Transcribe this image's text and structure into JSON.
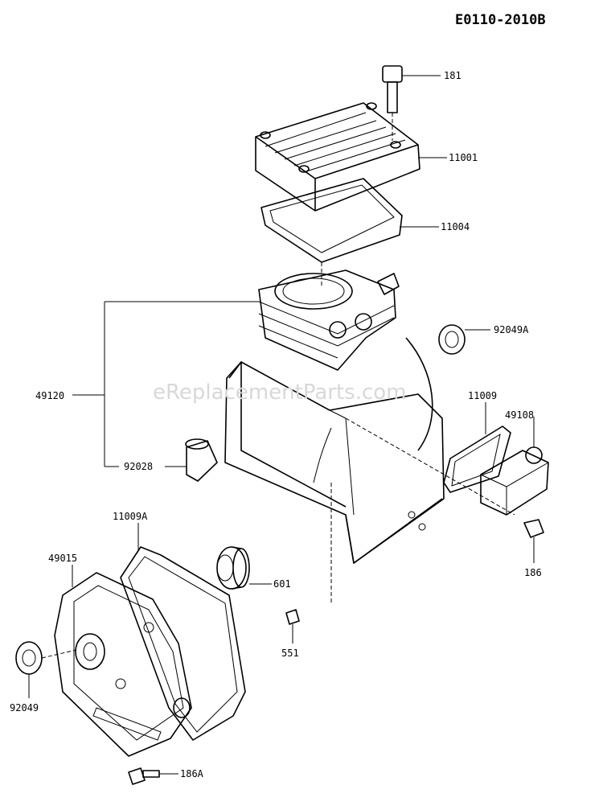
{
  "diagram_code": "E0110-2010B",
  "watermark": "eReplacementParts.com",
  "parts": {
    "p181": "181",
    "p11001": "11001",
    "p11004": "11004",
    "p92049A": "92049A",
    "p49120": "49120",
    "p11009": "11009",
    "p49108": "49108",
    "p92028": "92028",
    "p11009A": "11009A",
    "p49015": "49015",
    "p601": "601",
    "p186": "186",
    "p551": "551",
    "p92049": "92049",
    "p186A": "186A"
  }
}
